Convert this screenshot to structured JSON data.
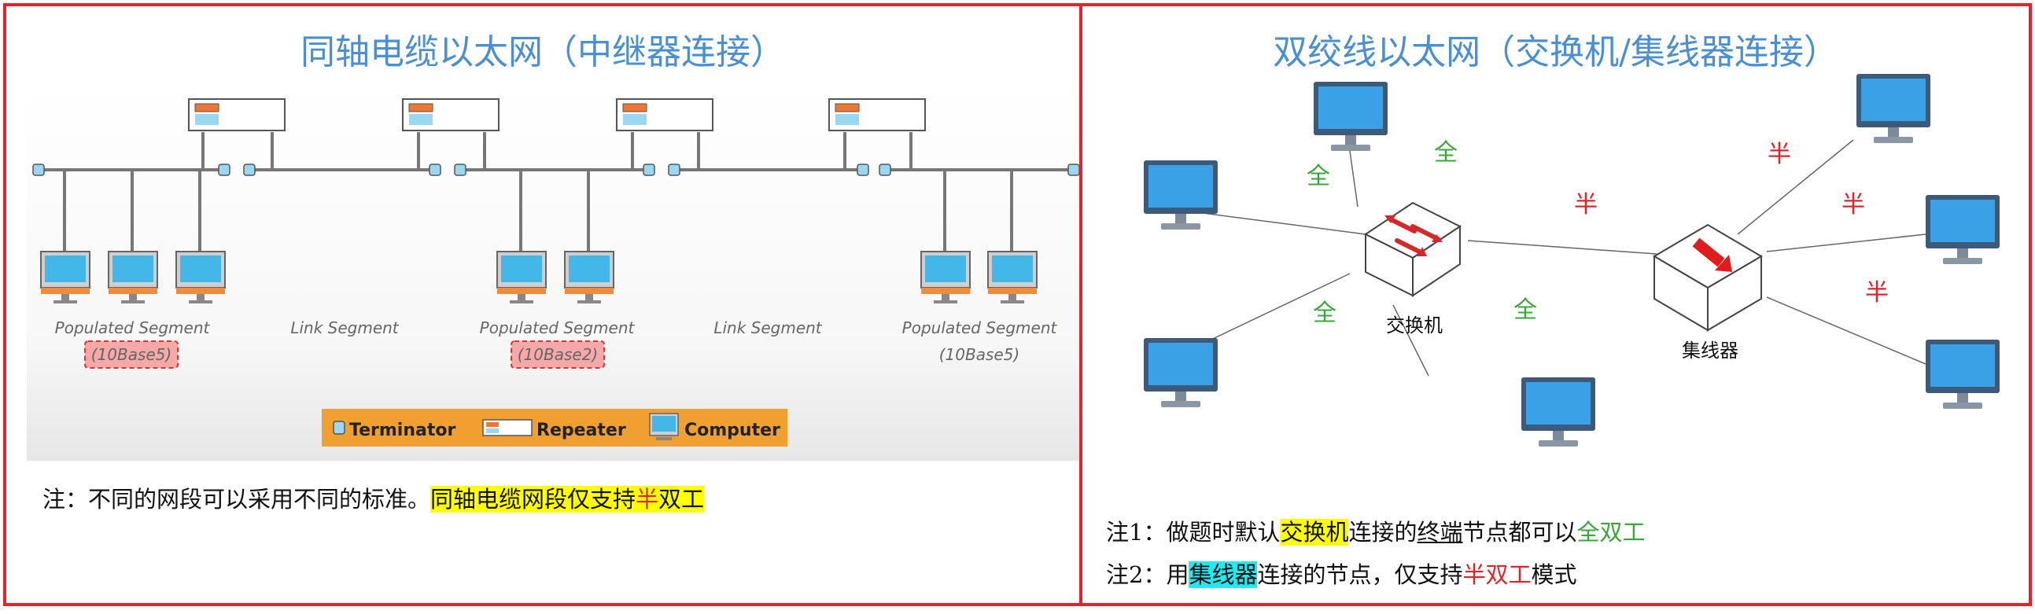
{
  "left": {
    "title": "同轴电缆以太网（中继器连接）",
    "segments": [
      {
        "label": "Populated Segment",
        "badge": "(10Base5)",
        "badge_style": "pink"
      },
      {
        "label": "Link Segment",
        "badge": ""
      },
      {
        "label": "Populated Segment",
        "badge": "(10Base2)",
        "badge_style": "pink"
      },
      {
        "label": "Link Segment",
        "badge": ""
      },
      {
        "label": "Populated Segment",
        "badge": "(10Base5)",
        "badge_style": "plain"
      }
    ],
    "legend": {
      "terminator": "Terminator",
      "repeater": "Repeater",
      "computer": "Computer"
    },
    "note": {
      "prefix": "注：不同的网段可以采用不同的标准。",
      "hl1": "同轴电缆网段仅支持",
      "hl_red": "半",
      "hl2": "双工"
    }
  },
  "right": {
    "title": "双绞线以太网（交换机/集线器连接）",
    "switch_label": "交换机",
    "hub_label": "集线器",
    "link_labels": {
      "full": "全",
      "half": "半"
    },
    "note1": {
      "prefix": "注1：做题时默认",
      "hl": "交换机",
      "mid": "连接的",
      "ul": "终端",
      "mid2": "节点都可以",
      "green": "全双工"
    },
    "note2": {
      "prefix": "注2：用",
      "hl": "集线器",
      "mid": "连接的节点，仅支持",
      "red": "半双工",
      "suffix": "模式"
    }
  },
  "colors": {
    "border": "#e0242c",
    "title": "#4a8fd0",
    "legend_bg": "#f0a030",
    "monitor": "#3a9fe0",
    "green": "#3aa63a",
    "red": "#e0242c"
  }
}
